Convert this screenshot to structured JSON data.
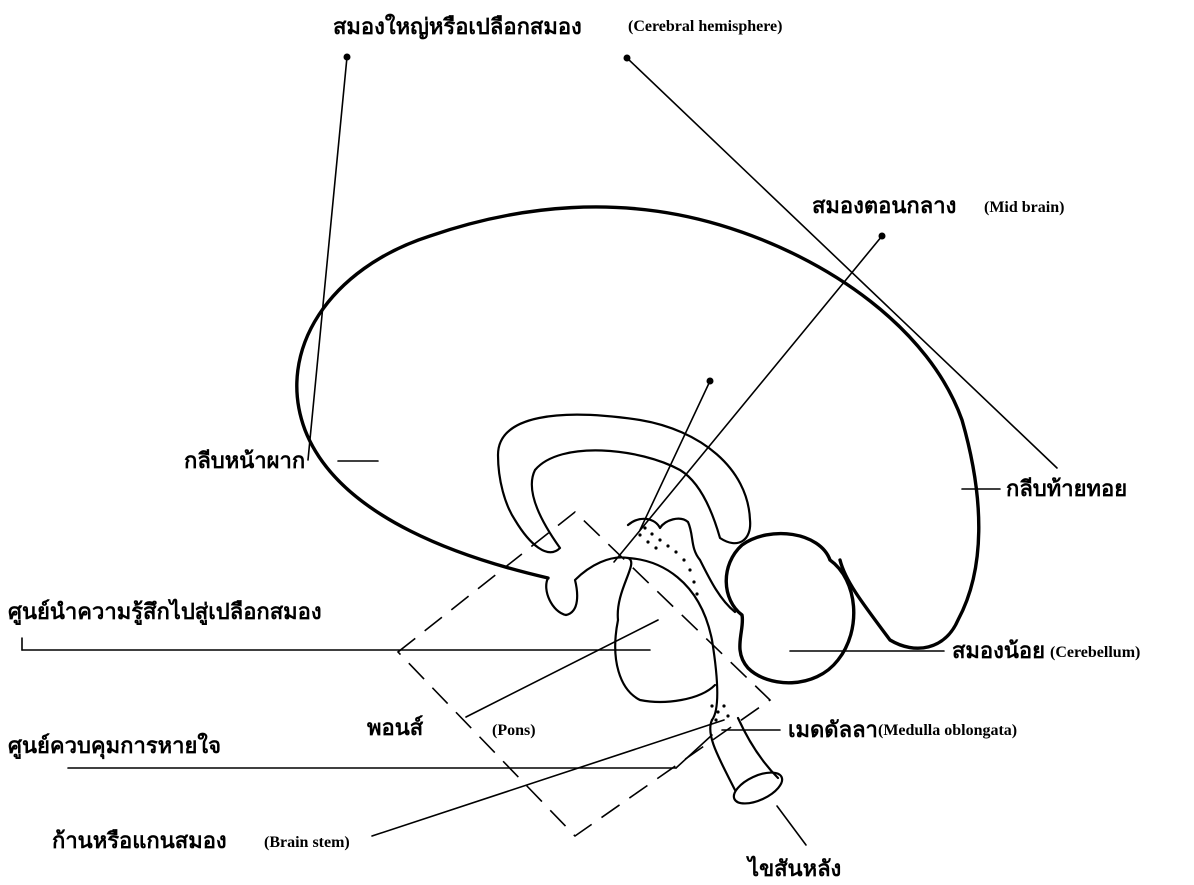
{
  "labels": {
    "cerebral_hemisphere": {
      "th": "สมองใหญ่หรือเปลือกสมอง",
      "en": "(Cerebral hemisphere)"
    },
    "mid_brain": {
      "th": "สมองตอนกลาง",
      "en": "(Mid brain)"
    },
    "frontal_lobe": {
      "th": "กลีบหน้าผาก"
    },
    "occipital_lobe": {
      "th": "กลีบท้ายทอย"
    },
    "sensory_relay": {
      "th": "ศูนย์นำความรู้สึกไปสู่เปลือกสมอง"
    },
    "cerebellum": {
      "th": "สมองน้อย",
      "en": "(Cerebellum)"
    },
    "pons": {
      "th": "พอนส์",
      "en": "(Pons)"
    },
    "medulla": {
      "th": "เมดดัลลา",
      "en": "(Medulla oblongata)"
    },
    "respiratory_center": {
      "th": "ศูนย์ควบคุมการหายใจ"
    },
    "brain_stem": {
      "th": "ก้านหรือแกนสมอง",
      "en": "(Brain stem)"
    },
    "spinal_cord": {
      "th": "ไขสันหลัง"
    }
  }
}
